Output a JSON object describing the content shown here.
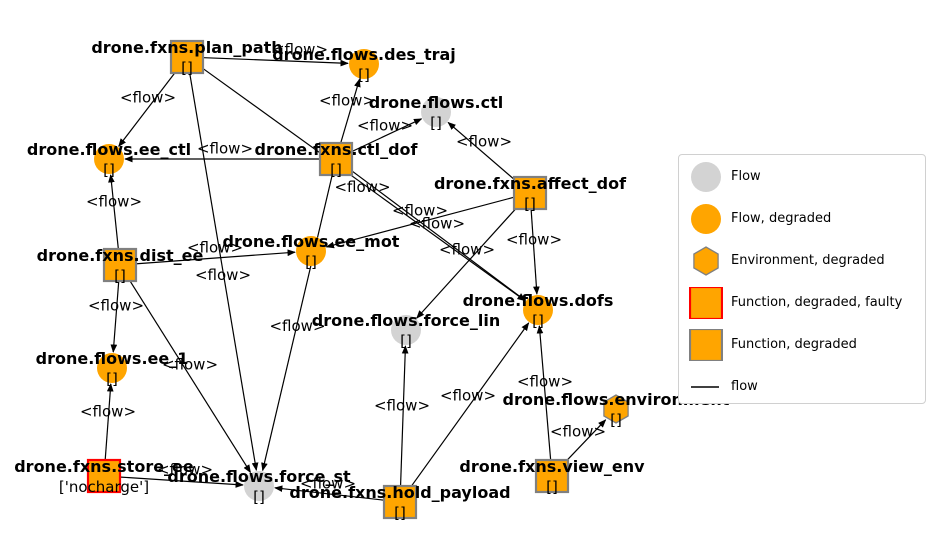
{
  "colors": {
    "flow": "#d3d3d3",
    "degraded": "#ffa500",
    "faulty_border": "#ff0000",
    "function_border": "#808080",
    "edge": "#000000"
  },
  "nodes": [
    {
      "id": "plan_path",
      "name": "drone.fxns.plan_path",
      "state": "[]",
      "kind": "function"
    },
    {
      "id": "des_traj",
      "name": "drone.flows.des_traj",
      "state": "[]",
      "kind": "flow-degraded"
    },
    {
      "id": "ctl",
      "name": "drone.flows.ctl",
      "state": "[]",
      "kind": "flow"
    },
    {
      "id": "ee_ctl",
      "name": "drone.flows.ee_ctl",
      "state": "[]",
      "kind": "flow-degraded"
    },
    {
      "id": "ctl_dof",
      "name": "drone.fxns.ctl_dof",
      "state": "[]",
      "kind": "function"
    },
    {
      "id": "affect_dof",
      "name": "drone.fxns.affect_dof",
      "state": "[]",
      "kind": "function"
    },
    {
      "id": "dist_ee",
      "name": "drone.fxns.dist_ee",
      "state": "[]",
      "kind": "function"
    },
    {
      "id": "ee_mot",
      "name": "drone.flows.ee_mot",
      "state": "[]",
      "kind": "flow-degraded"
    },
    {
      "id": "dofs",
      "name": "drone.flows.dofs",
      "state": "[]",
      "kind": "flow-degraded"
    },
    {
      "id": "force_lin",
      "name": "drone.flows.force_lin",
      "state": "[]",
      "kind": "flow"
    },
    {
      "id": "ee_1",
      "name": "drone.flows.ee_1",
      "state": "[]",
      "kind": "flow-degraded"
    },
    {
      "id": "environment",
      "name": "drone.flows.environment",
      "state": "[]",
      "kind": "environment"
    },
    {
      "id": "store_ee",
      "name": "drone.fxns.store_ee",
      "state": "['nocharge']",
      "kind": "function-faulty"
    },
    {
      "id": "force_st",
      "name": "drone.flows.force_st",
      "state": "[]",
      "kind": "flow"
    },
    {
      "id": "view_env",
      "name": "drone.fxns.view_env",
      "state": "[]",
      "kind": "function"
    },
    {
      "id": "hold_payload",
      "name": "drone.fxns.hold_payload",
      "state": "[]",
      "kind": "function"
    }
  ],
  "edges": [
    {
      "from": "plan_path",
      "to": "des_traj",
      "label": "<flow>"
    },
    {
      "from": "plan_path",
      "to": "ee_ctl",
      "label": "<flow>"
    },
    {
      "from": "plan_path",
      "to": "force_st",
      "label": "<flow>"
    },
    {
      "from": "plan_path",
      "to": "dofs",
      "label": "<flow>"
    },
    {
      "from": "ctl_dof",
      "to": "des_traj",
      "label": "<flow>"
    },
    {
      "from": "ctl_dof",
      "to": "ctl",
      "label": "<flow>"
    },
    {
      "from": "ctl_dof",
      "to": "ee_ctl",
      "label": "<flow>"
    },
    {
      "from": "ctl_dof",
      "to": "force_st",
      "label": "<flow>"
    },
    {
      "from": "ctl_dof",
      "to": "dofs",
      "label": "<flow>"
    },
    {
      "from": "affect_dof",
      "to": "ctl",
      "label": "<flow>"
    },
    {
      "from": "affect_dof",
      "to": "ee_mot",
      "label": "<flow>"
    },
    {
      "from": "affect_dof",
      "to": "force_lin",
      "label": "<flow>"
    },
    {
      "from": "affect_dof",
      "to": "dofs",
      "label": "<flow>"
    },
    {
      "from": "dist_ee",
      "to": "ee_ctl",
      "label": "<flow>"
    },
    {
      "from": "dist_ee",
      "to": "ee_mot",
      "label": "<flow>"
    },
    {
      "from": "dist_ee",
      "to": "ee_1",
      "label": "<flow>"
    },
    {
      "from": "dist_ee",
      "to": "force_st",
      "label": "<flow>"
    },
    {
      "from": "store_ee",
      "to": "ee_1",
      "label": "<flow>"
    },
    {
      "from": "store_ee",
      "to": "force_st",
      "label": "<flow>"
    },
    {
      "from": "hold_payload",
      "to": "force_st",
      "label": "<flow>"
    },
    {
      "from": "hold_payload",
      "to": "force_lin",
      "label": "<flow>"
    },
    {
      "from": "hold_payload",
      "to": "dofs",
      "label": "<flow>"
    },
    {
      "from": "view_env",
      "to": "dofs",
      "label": "<flow>"
    },
    {
      "from": "view_env",
      "to": "environment",
      "label": "<flow>"
    }
  ],
  "legend": [
    {
      "symbol": "flow",
      "label": "Flow"
    },
    {
      "symbol": "flow-degraded",
      "label": "Flow, degraded"
    },
    {
      "symbol": "environment",
      "label": "Environment, degraded"
    },
    {
      "symbol": "function-faulty",
      "label": "Function, degraded, faulty"
    },
    {
      "symbol": "function",
      "label": "Function, degraded"
    },
    {
      "symbol": "line",
      "label": "flow"
    }
  ]
}
